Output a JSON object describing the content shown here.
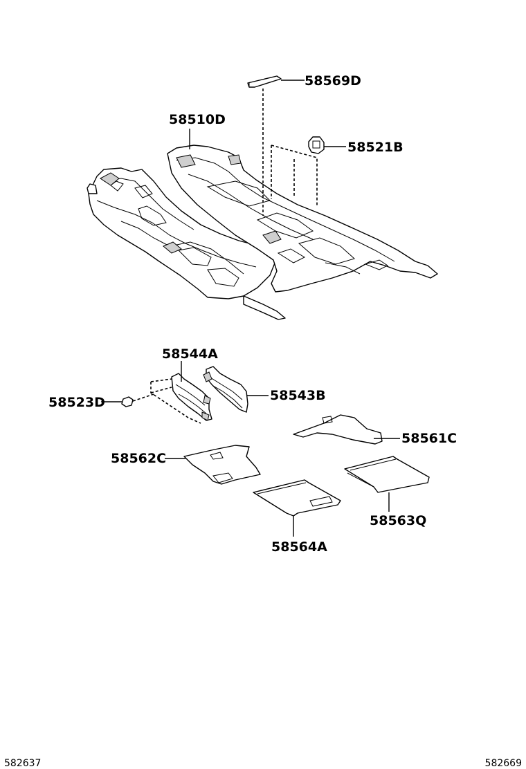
{
  "parts": [
    {
      "id": "58569D"
    },
    {
      "id": "58510D"
    },
    {
      "id": "58521B"
    },
    {
      "id": "58544A"
    },
    {
      "id": "58543B"
    },
    {
      "id": "58523D"
    },
    {
      "id": "58561C"
    },
    {
      "id": "58562C"
    },
    {
      "id": "58563Q"
    },
    {
      "id": "58564A"
    }
  ],
  "footer": {
    "left_code": "582637",
    "right_code": "582669"
  }
}
